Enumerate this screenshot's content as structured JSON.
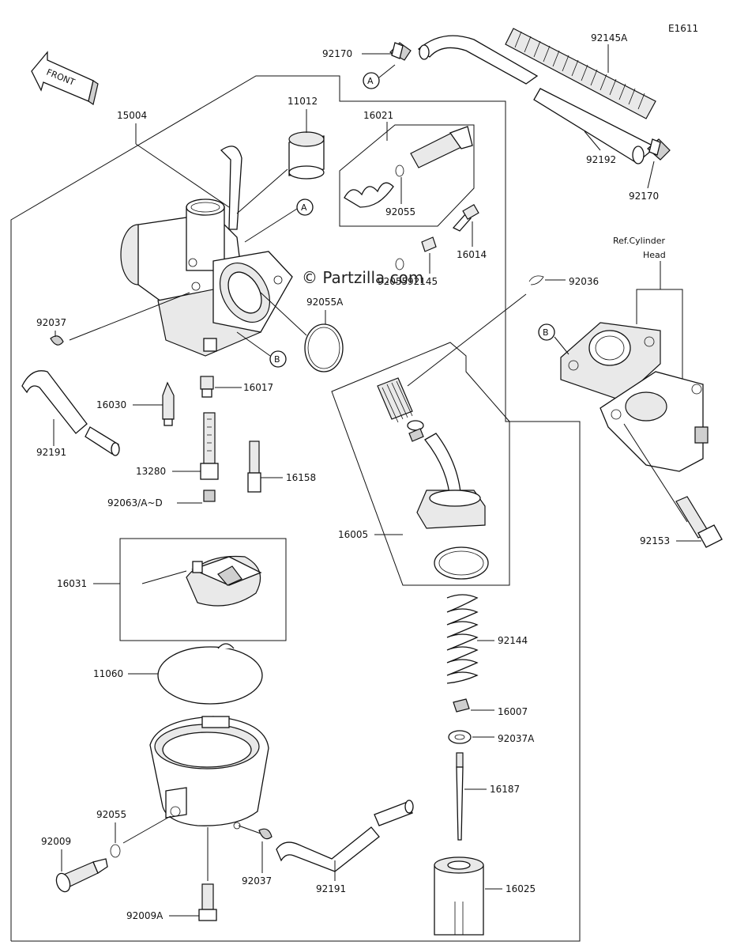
{
  "diagram_code": "E1611",
  "front_label": "FRONT",
  "watermark": "© Partzilla.com",
  "reference_label_line1": "Ref.Cylinder",
  "reference_label_line2": "Head",
  "callouts": {
    "a": "A",
    "b": "B"
  },
  "parts": {
    "p15004": "15004",
    "p11012": "11012",
    "p16021": "16021",
    "p92055_a": "92055",
    "p92055_b": "92055",
    "p92055_c": "92055",
    "p16014": "16014",
    "p92145": "92145",
    "p92055A": "92055A",
    "p92037_a": "92037",
    "p92037_b": "92037",
    "p16017": "16017",
    "p16030": "16030",
    "p92191_a": "92191",
    "p92191_b": "92191",
    "p13280": "13280",
    "p16158": "16158",
    "p92063": "92063/A~D",
    "p16031": "16031",
    "p11060": "11060",
    "p92009": "92009",
    "p92009A": "92009A",
    "p92170_a": "92170",
    "p92170_b": "92170",
    "p92145A": "92145A",
    "p92192": "92192",
    "p92036": "92036",
    "p92153": "92153",
    "p16005": "16005",
    "p92144": "92144",
    "p16007": "16007",
    "p92037A": "92037A",
    "p16187": "16187",
    "p16025": "16025"
  }
}
